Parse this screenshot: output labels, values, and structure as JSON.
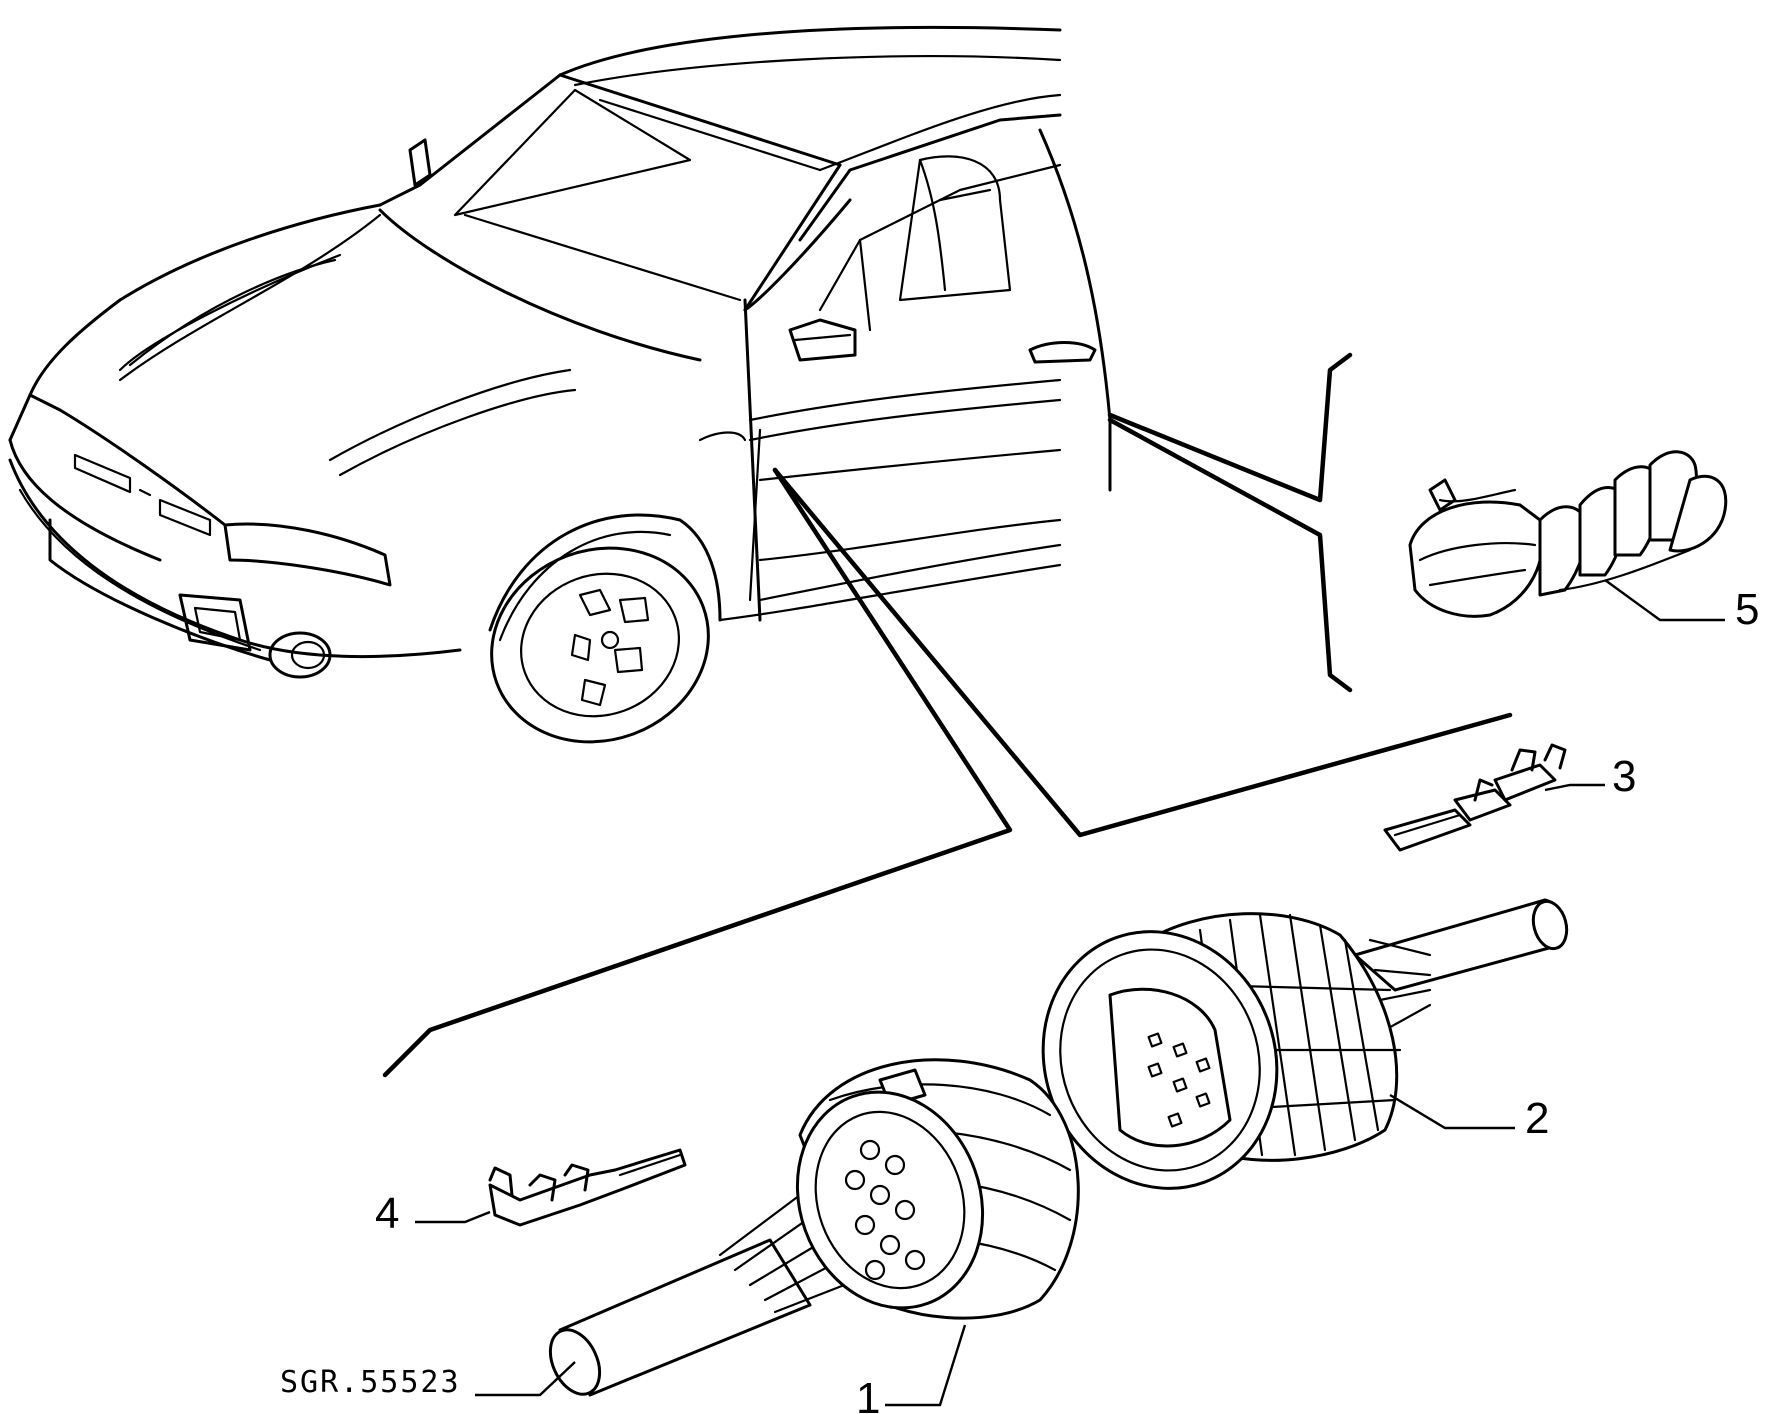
{
  "diagram": {
    "reference_code": "SGR.55523",
    "callouts": [
      {
        "id": "1",
        "label": "1",
        "part": "plug-connector-with-wires"
      },
      {
        "id": "2",
        "label": "2",
        "part": "socket-connector-with-wires"
      },
      {
        "id": "3",
        "label": "3",
        "part": "female-terminal"
      },
      {
        "id": "4",
        "label": "4",
        "part": "male-terminal"
      },
      {
        "id": "5",
        "label": "5",
        "part": "door-grommet-harness"
      }
    ],
    "colors": {
      "ink": "#000000",
      "paper": "#ffffff"
    }
  }
}
